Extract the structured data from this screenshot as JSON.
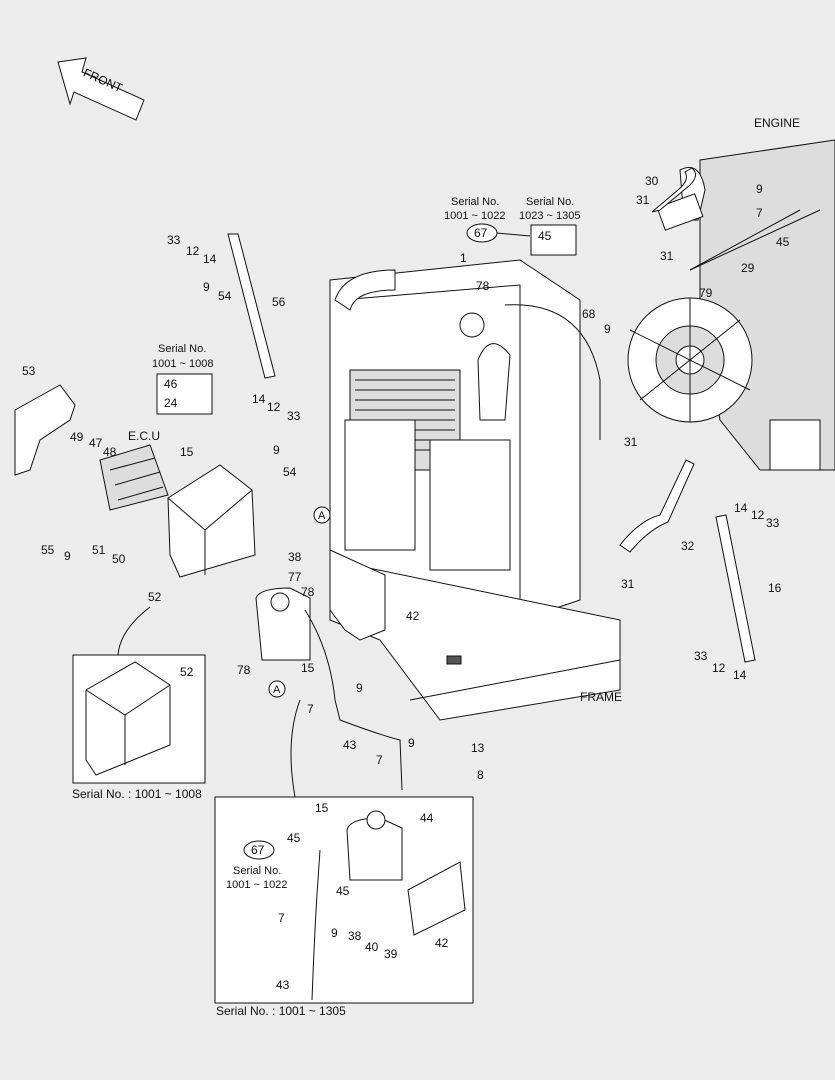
{
  "direction": "FRONT",
  "engine_label": "ENGINE",
  "frame_label": "FRAME",
  "ecu_label": "E.C.U",
  "callout_a": "A",
  "serial_top": {
    "a": "Serial No.",
    "a_range": "1001 ~ 1022",
    "b": "Serial No.",
    "b_range": "1023 ~ 1305",
    "ref67": "67",
    "ref45": "45"
  },
  "serial_left": {
    "a": "Serial No.",
    "a_range": "1001 ~ 1008",
    "p46": "46",
    "p24": "24"
  },
  "inset1": {
    "part": "52",
    "caption": "Serial No. : 1001 ~ 1008"
  },
  "inset2": {
    "caption": "Serial No. : 1001 ~ 1305",
    "serial": "Serial No.",
    "serial_range": "1001 ~ 1022",
    "ref67": "67",
    "parts": [
      "15",
      "44",
      "45",
      "45",
      "7",
      "9",
      "38",
      "40",
      "39",
      "42",
      "43"
    ]
  },
  "parts": [
    "1",
    "78",
    "68",
    "9",
    "30",
    "31",
    "9",
    "7",
    "45",
    "31",
    "29",
    "79",
    "56",
    "54",
    "9",
    "33",
    "12",
    "14",
    "14",
    "12",
    "33",
    "53",
    "49",
    "47",
    "48",
    "55",
    "9",
    "51",
    "50",
    "15",
    "52",
    "9",
    "54",
    "31",
    "32",
    "31",
    "14",
    "12",
    "33",
    "16",
    "33",
    "12",
    "14",
    "38",
    "77",
    "78",
    "15",
    "42",
    "78",
    "9",
    "7",
    "43",
    "9",
    "7",
    "13",
    "8"
  ]
}
